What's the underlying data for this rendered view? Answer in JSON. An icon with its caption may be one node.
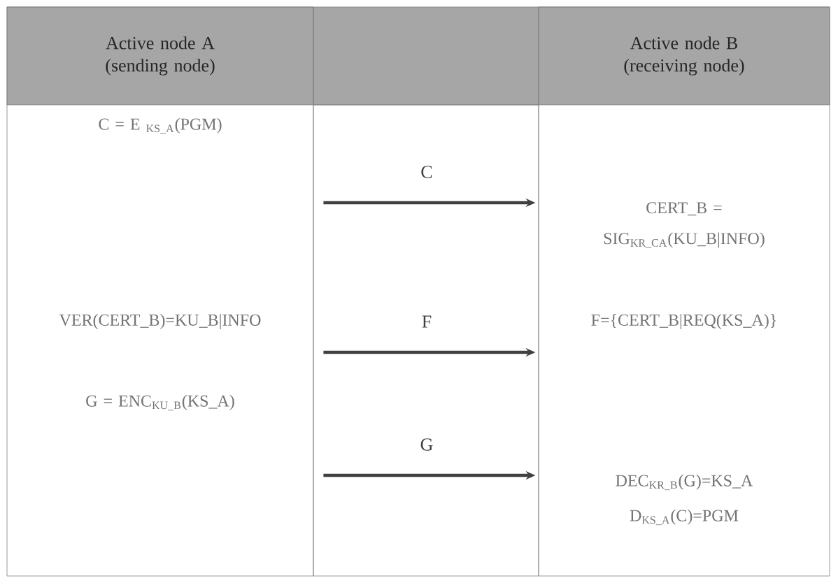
{
  "diagram": {
    "nodes": [
      {
        "text": [
          "Active node A (sending node)",
          "C = E $_{KS_A}$(PGM)",
          "VER(CERT_B)=KU_B|INFO",
          "G = ENC$_{KU_B}$(KS_A)"
        ]
      },
      {
        "text": [
          "Active node B (receiving node)",
          "CERT_B = SIG$_{KR_CA}$(KU_B|INFO)",
          "F={CERT_B|REQ(KS_A)}",
          "DEC$_{KR_B}$(G)=KS_A",
          "D$_{KS_A}$(C)=PGM"
        ]
      }
    ],
    "edges": [
      {
        "from": 0,
        "to": 1,
        "arrow": "to",
        "label": "C"
      },
      {
        "from": 0,
        "to": 1,
        "arrow": "to",
        "label": "F"
      },
      {
        "from": 0,
        "to": 1,
        "arrow": "to",
        "label": "G"
      }
    ]
  }
}
